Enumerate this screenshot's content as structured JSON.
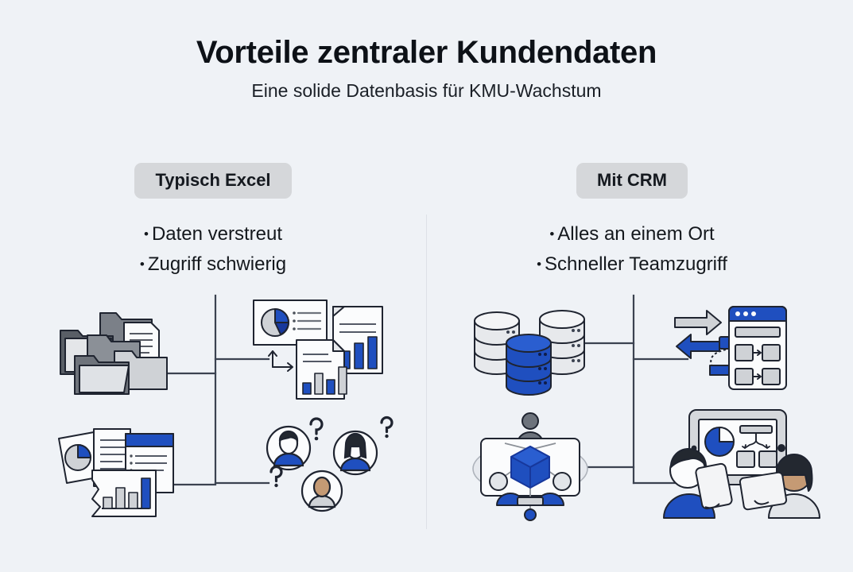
{
  "header": {
    "title": "Vorteile zentraler Kundendaten",
    "subtitle": "Eine solide Datenbasis für KMU-Wachstum"
  },
  "columns": {
    "left": {
      "badge": "Typisch Excel",
      "bullet_marker": "•",
      "bullets": [
        "Daten verstreut",
        "Zugriff schwierig"
      ],
      "illustrations": [
        {
          "name": "scattered-folders-icon",
          "label": "Verstreute Ordner"
        },
        {
          "name": "charts-documents-icon",
          "label": "Diagramme und Dokumente"
        },
        {
          "name": "reports-bar-chart-icon",
          "label": "Berichte mit Balkendiagramm"
        },
        {
          "name": "confused-people-icon",
          "label": "Personen mit Fragezeichen"
        }
      ]
    },
    "right": {
      "badge": "Mit CRM",
      "bullet_marker": "•",
      "bullets": [
        "Alles an einem Ort",
        "Schneller Teamzugriff"
      ],
      "illustrations": [
        {
          "name": "database-stack-icon",
          "label": "Zentrale Datenbanken"
        },
        {
          "name": "workflow-browser-icon",
          "label": "Automatisierter Workflow"
        },
        {
          "name": "collaboration-hub-icon",
          "label": "Zentraler Datenknoten"
        },
        {
          "name": "team-tablets-icon",
          "label": "Team mit Tablets"
        }
      ]
    }
  },
  "colors": {
    "background": "#eff2f6",
    "badge_background": "#d5d7da",
    "accent_blue": "#1f4fbf",
    "accent_blue_dark": "#17389c",
    "neutral_gray": "#c9ccd1",
    "outline": "#1f2430",
    "divider": "#dde1e7"
  }
}
